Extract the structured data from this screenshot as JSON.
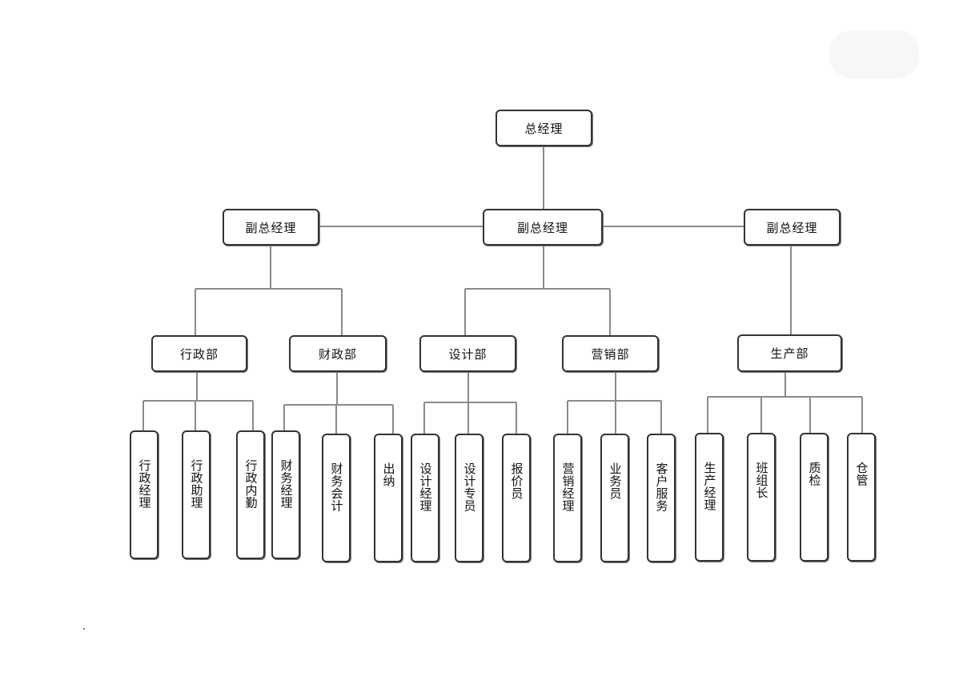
{
  "chart_title": "",
  "top": {
    "label": "总经理"
  },
  "deputies": [
    {
      "label": "副总经理"
    },
    {
      "label": "副总经理"
    },
    {
      "label": "副总经理"
    }
  ],
  "departments": [
    {
      "label": "行政部"
    },
    {
      "label": "财政部"
    },
    {
      "label": "设计部"
    },
    {
      "label": "营销部"
    },
    {
      "label": "生产部"
    }
  ],
  "positions": [
    {
      "label": "行政经理",
      "dept": "行政部"
    },
    {
      "label": "行政助理",
      "dept": "行政部"
    },
    {
      "label": "行政内勤",
      "dept": "行政部"
    },
    {
      "label": "财务经理",
      "dept": "财政部"
    },
    {
      "label": "财务会计",
      "dept": "财政部"
    },
    {
      "label": "出纳",
      "dept": "财政部"
    },
    {
      "label": "设计经理",
      "dept": "设计部"
    },
    {
      "label": "设计专员",
      "dept": "设计部"
    },
    {
      "label": "报价员",
      "dept": "设计部"
    },
    {
      "label": "营销经理",
      "dept": "营销部"
    },
    {
      "label": "业务员",
      "dept": "营销部"
    },
    {
      "label": "客户服务",
      "dept": "营销部"
    },
    {
      "label": "生产经理",
      "dept": "生产部"
    },
    {
      "label": "班组长",
      "dept": "生产部"
    },
    {
      "label": "质检",
      "dept": "生产部"
    },
    {
      "label": "仓管",
      "dept": "生产部"
    }
  ],
  "colors": {
    "border": "#333333",
    "connector": "#8a8a8a",
    "background": "#ffffff"
  }
}
